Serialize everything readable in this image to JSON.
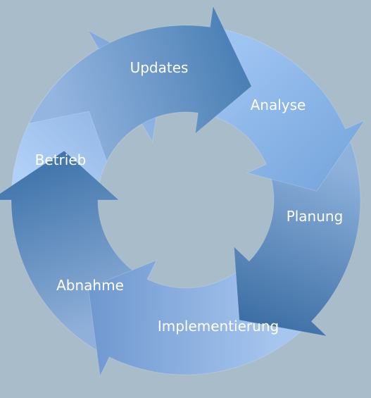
{
  "diagram": {
    "background_color": "#a9bcc9",
    "stages": [
      {
        "label": "Updates",
        "color_light": "#94b5e0",
        "color_dark": "#4a7fb4"
      },
      {
        "label": "Analyse",
        "color_light": "#9ec4f2",
        "color_dark": "#7aa8de"
      },
      {
        "label": "Planung",
        "color_light": "#8fb2dc",
        "color_dark": "#3c6ea4"
      },
      {
        "label": "Implementierung",
        "color_light": "#a7c6ef",
        "color_dark": "#6f98cf"
      },
      {
        "label": "Abnahme",
        "color_light": "#8fb0d9",
        "color_dark": "#3f73aa"
      },
      {
        "label": "Betrieb",
        "color_light": "#b0d0f7",
        "color_dark": "#7ea5d8"
      }
    ]
  }
}
